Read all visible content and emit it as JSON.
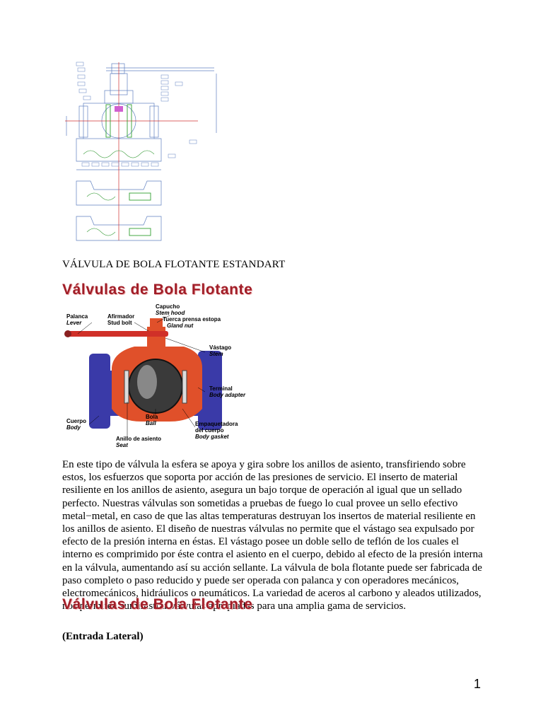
{
  "document": {
    "title": "VÁLVULA DE BOLA FLOTANTE ESTANDART",
    "heading_1": "Válvulas de Bola Flotante",
    "heading_2": "Válvulas de Bola Flotante",
    "body": "En este tipo de válvula la esfera se apoya y gira sobre los anillos de asiento, transfiriendo sobre estos, los esfuerzos que soporta por acción de las presiones de servicio. El inserto de material resiliente en los anillos de asiento, asegura un bajo torque de operación al igual que un sellado perfecto. Nuestras válvulas son sometidas a pruebas de fuego lo cual provee un sello efectivo metal−metal, en caso de que las altas temperaturas destruyan los insertos de material resiliente en los anillos de asiento. El diseño de nuestras válvulas no permite que el vástago sea expulsado por efecto de la presión interna en éstas. El vástago posee un doble sello de teflón de los cuales el interno es comprimido por éste contra el asiento en el cuerpo, debido al efecto de la presión interna en la válvula, aumentando así su acción sellante. La válvula de bola flotante puede ser fabricada de paso completo o paso reducido y puede ser operada con palanca y con operadores mecánicos, electromecánicos, hidráulicos o neumáticos. La variedad de aceros al carbono y aleados utilizados, nos permiten suministrar válvulas apropiadas para una amplia gama de servicios.",
    "subheading": "(Entrada Lateral)",
    "page_number": "1"
  },
  "valve_labels": {
    "palanca": "Palanca",
    "lever": "Lever",
    "afirmador": "Afirmador",
    "stud_bolt": "Stud bolt",
    "capucho": "Capucho",
    "stem_hood": "Stem hood",
    "tuerca": "Tuerca prensa estopa",
    "gland_nut": "Gland nut",
    "vastago": "Vástago",
    "stem": "Stem",
    "terminal": "Terminal",
    "body_adapter": "Body adapter",
    "cuerpo": "Cuerpo",
    "body": "Body",
    "bola": "Bola",
    "ball": "Ball",
    "anillo": "Anillo de asiento",
    "seat": "Seat",
    "empaquetadora": "Empaquetadora",
    "del_cuerpo": "del cuerpo",
    "body_gasket": "Body gasket"
  },
  "colors": {
    "heading": "#a01e28",
    "valve_red": "#e0502a",
    "valve_blue": "#3a3aa8",
    "drawing_line": "#6080c0"
  }
}
